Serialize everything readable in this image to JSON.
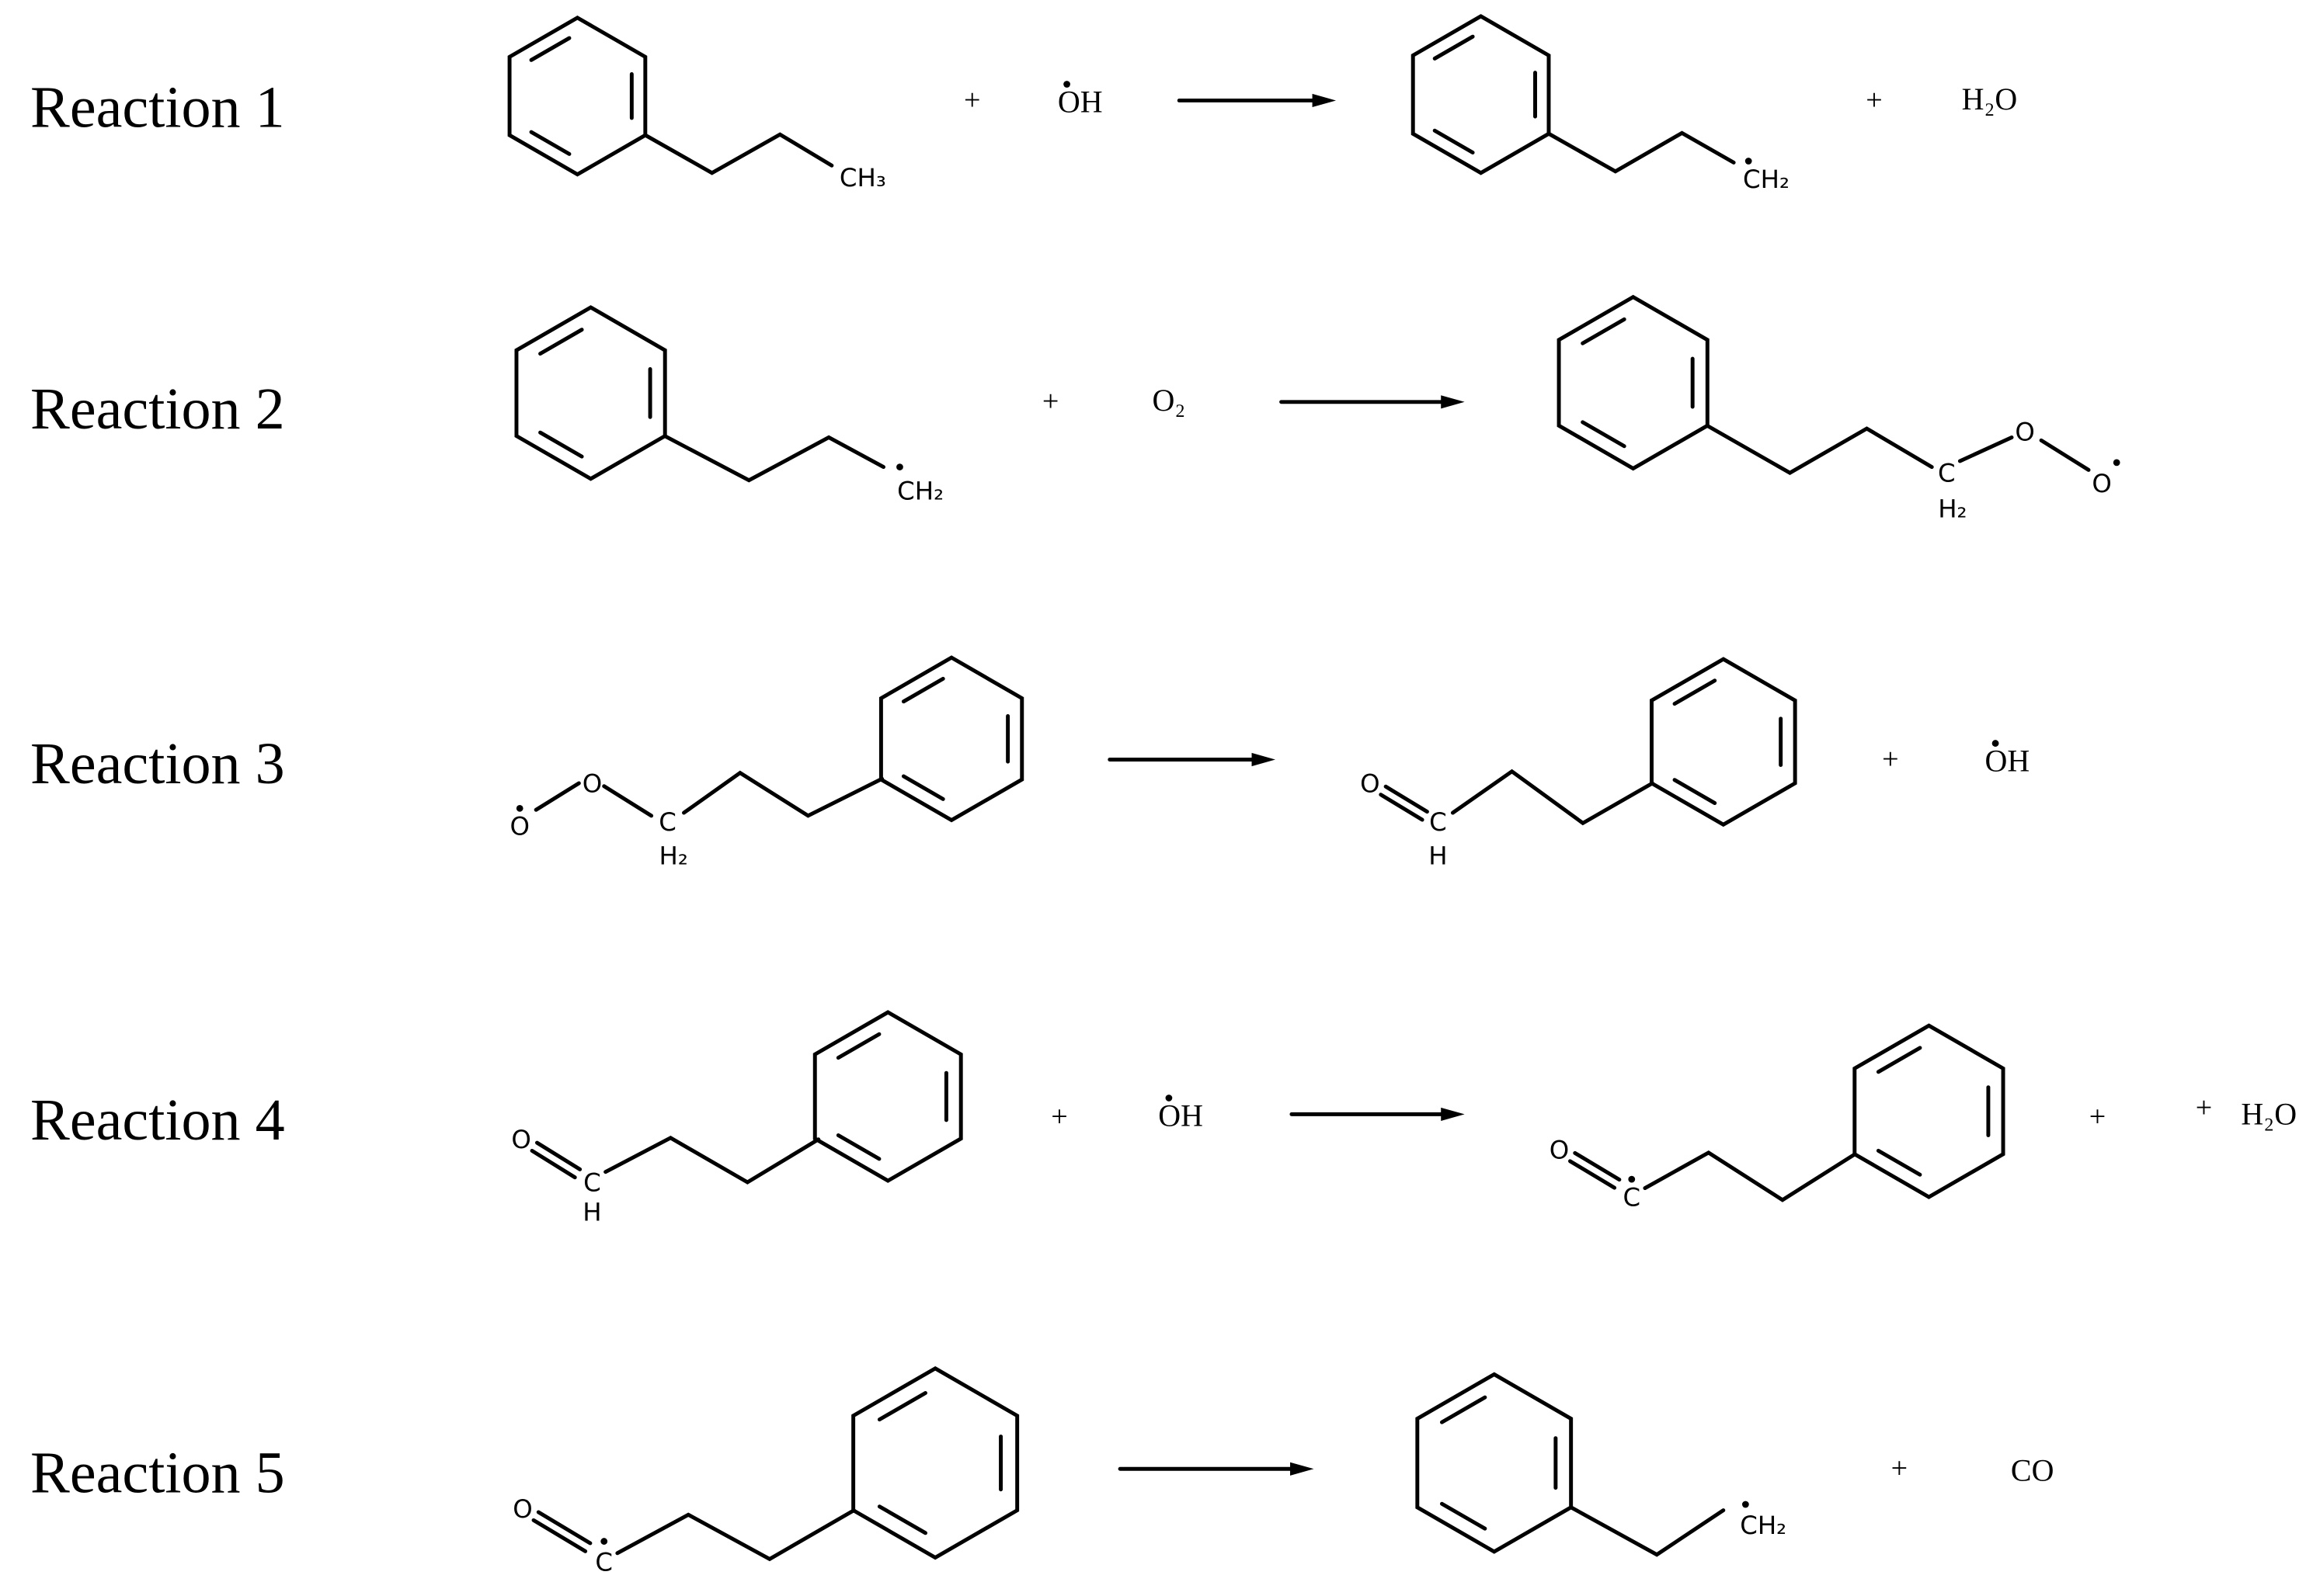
{
  "colors": {
    "ink": "#000000",
    "background": "#ffffff"
  },
  "reactions": [
    {
      "title": "Reaction 1",
      "plus": "+",
      "reagent": "OH",
      "plus2": "+",
      "byproduct": "H₂O",
      "atoms": {
        "r_end": "CH₃",
        "p_end": "CH₂"
      }
    },
    {
      "title": "Reaction 2",
      "plus": "+",
      "reagent": "O₂",
      "atoms": {
        "r_end": "CH₂",
        "p_c": "C",
        "p_h2": "H₂",
        "p_o1": "O",
        "p_o2": "O"
      }
    },
    {
      "title": "Reaction 3",
      "plus": "+",
      "byproduct": "OH",
      "atoms": {
        "r_o1": "O",
        "r_o2": "O",
        "r_c": "C",
        "r_h2": "H₂",
        "p_o": "O",
        "p_c": "C",
        "p_h": "H"
      }
    },
    {
      "title": "Reaction 4",
      "plus": "+",
      "reagent": "OH",
      "plus2": "+",
      "plus3": "+",
      "byproduct": "H₂O",
      "atoms": {
        "r_o": "O",
        "r_c": "C",
        "r_h": "H",
        "p_o": "O",
        "p_c": "C"
      }
    },
    {
      "title": "Reaction 5",
      "plus": "+",
      "byproduct": "CO",
      "atoms": {
        "r_o": "O",
        "r_c": "C",
        "p_end": "CH₂"
      }
    }
  ]
}
